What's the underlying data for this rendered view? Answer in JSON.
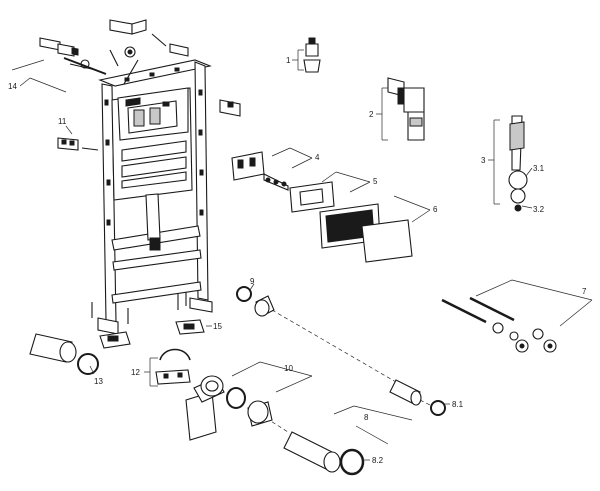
{
  "callouts": {
    "c1": "1",
    "c2": "2",
    "c3": "3",
    "c3_1": "3.1",
    "c3_2": "3.2",
    "c4": "4",
    "c5": "5",
    "c6": "6",
    "c7": "7",
    "c8": "8",
    "c8_1": "8.1",
    "c8_2": "8.2",
    "c9": "9",
    "c10": "10",
    "c11": "11",
    "c12": "12",
    "c13": "13",
    "c14": "14",
    "c15": "15"
  }
}
